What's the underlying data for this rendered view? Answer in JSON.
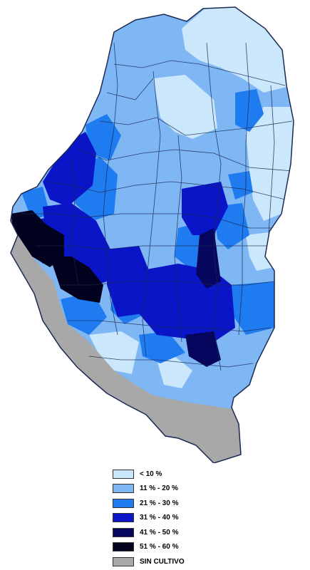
{
  "legend": {
    "items": [
      {
        "label": "< 10 %",
        "color": "#cbe7fb"
      },
      {
        "label": "11 % - 20 %",
        "color": "#7fb6f4"
      },
      {
        "label": "21 % - 30 %",
        "color": "#1f7bf0"
      },
      {
        "label": "31 % - 40 %",
        "color": "#0b15c8"
      },
      {
        "label": "41 % - 50 %",
        "color": "#06065e"
      },
      {
        "label": "51 % - 60 %",
        "color": "#02021f"
      },
      {
        "label": "SIN CULTIVO",
        "color": "#a8a8a8"
      }
    ]
  }
}
